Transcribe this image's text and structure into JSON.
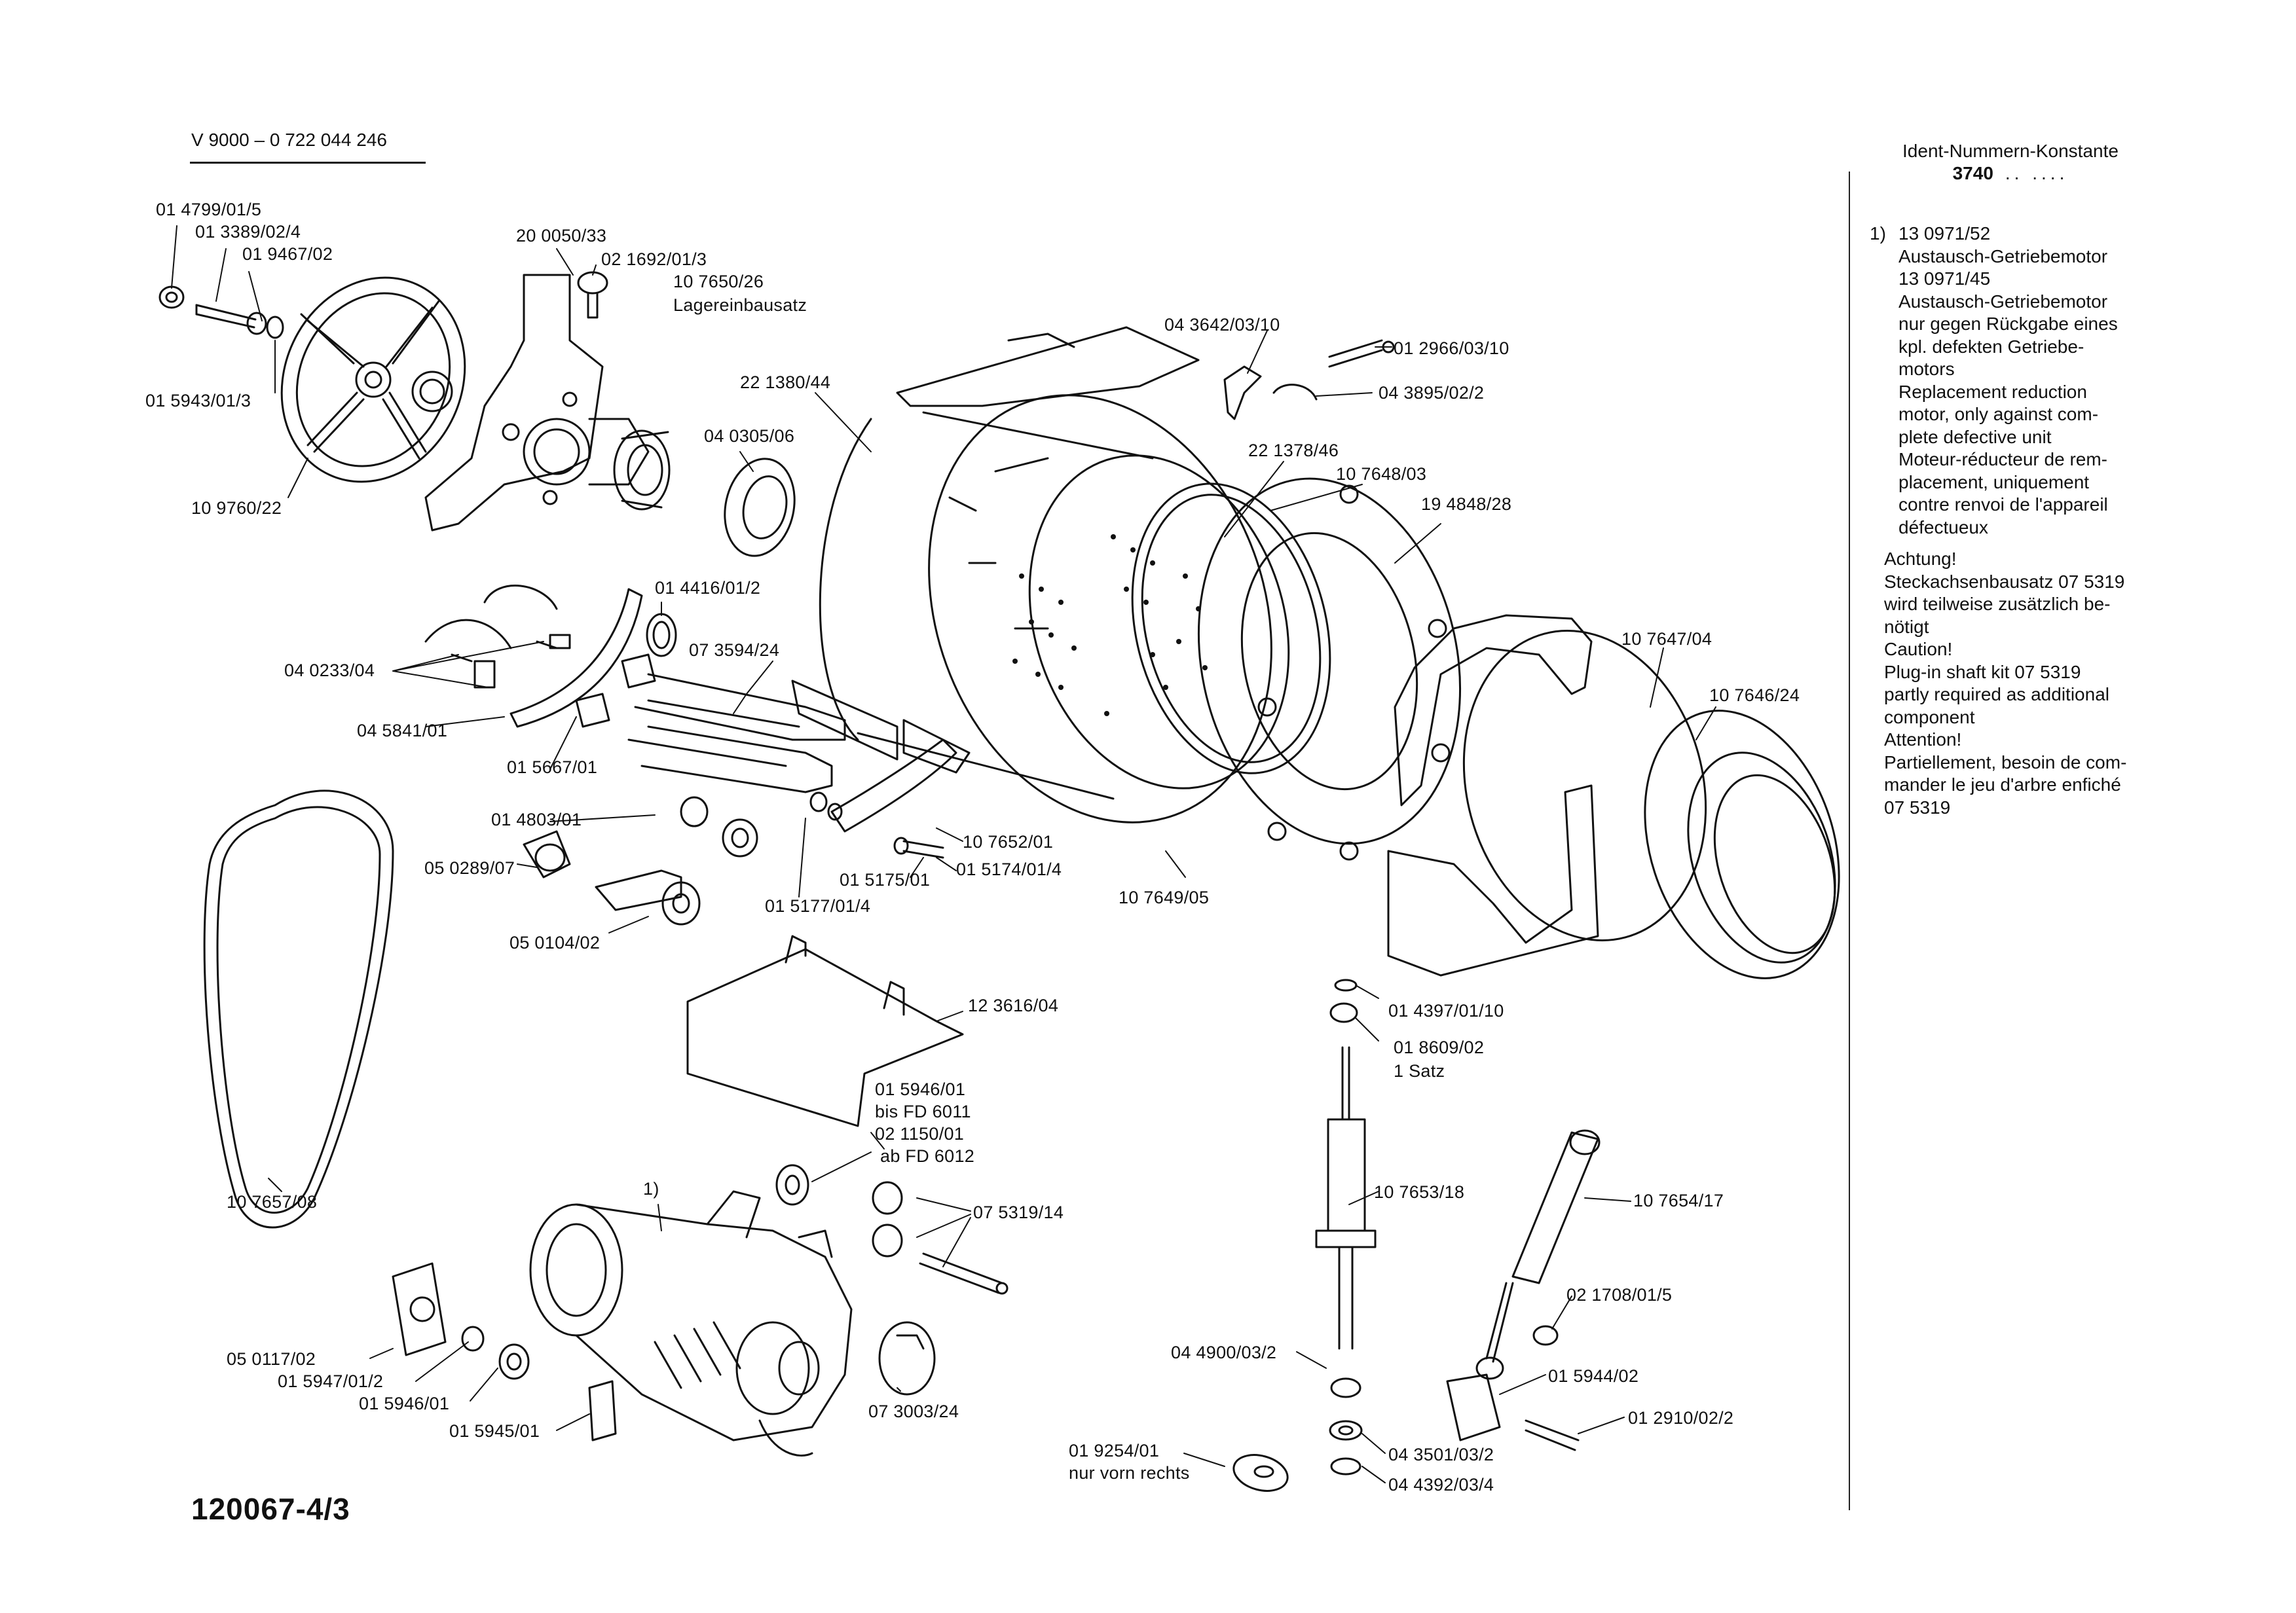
{
  "header": {
    "title": "V 9000 – 0 722 044 246"
  },
  "sheet_number": "120067-4/3",
  "ident": {
    "label": "Ident-Nummern-Konstante",
    "value": "3740",
    "dots": ".. ...."
  },
  "notes": {
    "ref_marker": "1)",
    "ref_lines": [
      "13 0971/52",
      "Austausch-Getriebemotor",
      "13 0971/45",
      "Austausch-Getriebemotor",
      "nur gegen Rückgabe eines",
      "kpl. defekten Getriebe-",
      "motors",
      "Replacement reduction",
      "motor, only against com-",
      "plete defective unit",
      "Moteur-réducteur de rem-",
      "placement, uniquement",
      "contre renvoi de l'appareil",
      "défectueux"
    ],
    "general_lines": [
      "Achtung!",
      "Steckachsenbausatz 07 5319",
      "wird teilweise zusätzlich be-",
      "nötigt",
      "Caution!",
      "Plug-in shaft kit 07 5319",
      "partly required as additional",
      "component",
      "Attention!",
      "Partiellement, besoin de com-",
      "mander le jeu d'arbre enfiché",
      "07 5319"
    ]
  },
  "part_labels": {
    "p014799": "01 4799/01/5",
    "p013389": "01 3389/02/4",
    "p019467": "01 9467/02",
    "p015943": "01 5943/01/3",
    "p109760": "10 9760/22",
    "p200050": "20 0050/33",
    "p021692": "02 1692/01/3",
    "p107650": "10 7650/26",
    "lagereinbau": "Lagereinbausatz",
    "p221380": "22 1380/44",
    "p040305": "04 0305/06",
    "p043642": "04 3642/03/10",
    "p012966": "01 2966/03/10",
    "p043895": "04 3895/02/2",
    "p221378": "22 1378/46",
    "p107648": "10 7648/03",
    "p194848": "19 4848/28",
    "p014416": "01 4416/01/2",
    "p040233": "04 0233/04",
    "p073594": "07 3594/24",
    "p045841": "04 5841/01",
    "p015667": "01 5667/01",
    "p107647": "10 7647/04",
    "p107646": "10 7646/24",
    "p014803": "01 4803/01",
    "p107652": "10 7652/01",
    "p015175": "01 5175/01",
    "p015174": "01 5174/01/4",
    "p050289": "05 0289/07",
    "p015177": "01 5177/01/4",
    "p107649": "10 7649/05",
    "p050104": "05 0104/02",
    "p123616": "12 3616/04",
    "p014397": "01 4397/01/10",
    "p018609": "01 8609/02",
    "satz": "1 Satz",
    "p015946a": "01 5946/01",
    "bisfd": "bis FD 6011",
    "p021150": "02 1150/01",
    "abfd": "ab FD 6012",
    "p107657": "10 7657/08",
    "ref1": "1)",
    "p075319": "07 5319/14",
    "p107653": "10 7653/18",
    "p107654": "10 7654/17",
    "p021708": "02 1708/01/5",
    "p050117": "05 0117/02",
    "p015947": "01 5947/01/2",
    "p015946b": "01 5946/01",
    "p015945": "01 5945/01",
    "p073003": "07 3003/24",
    "p044900": "04 4900/03/2",
    "p015944": "01 5944/02",
    "p012910": "01 2910/02/2",
    "p019254": "01 9254/01",
    "nurvorn": "nur vorn rechts",
    "p043501": "04 3501/03/2",
    "p044392": "04 4392/03/4"
  }
}
